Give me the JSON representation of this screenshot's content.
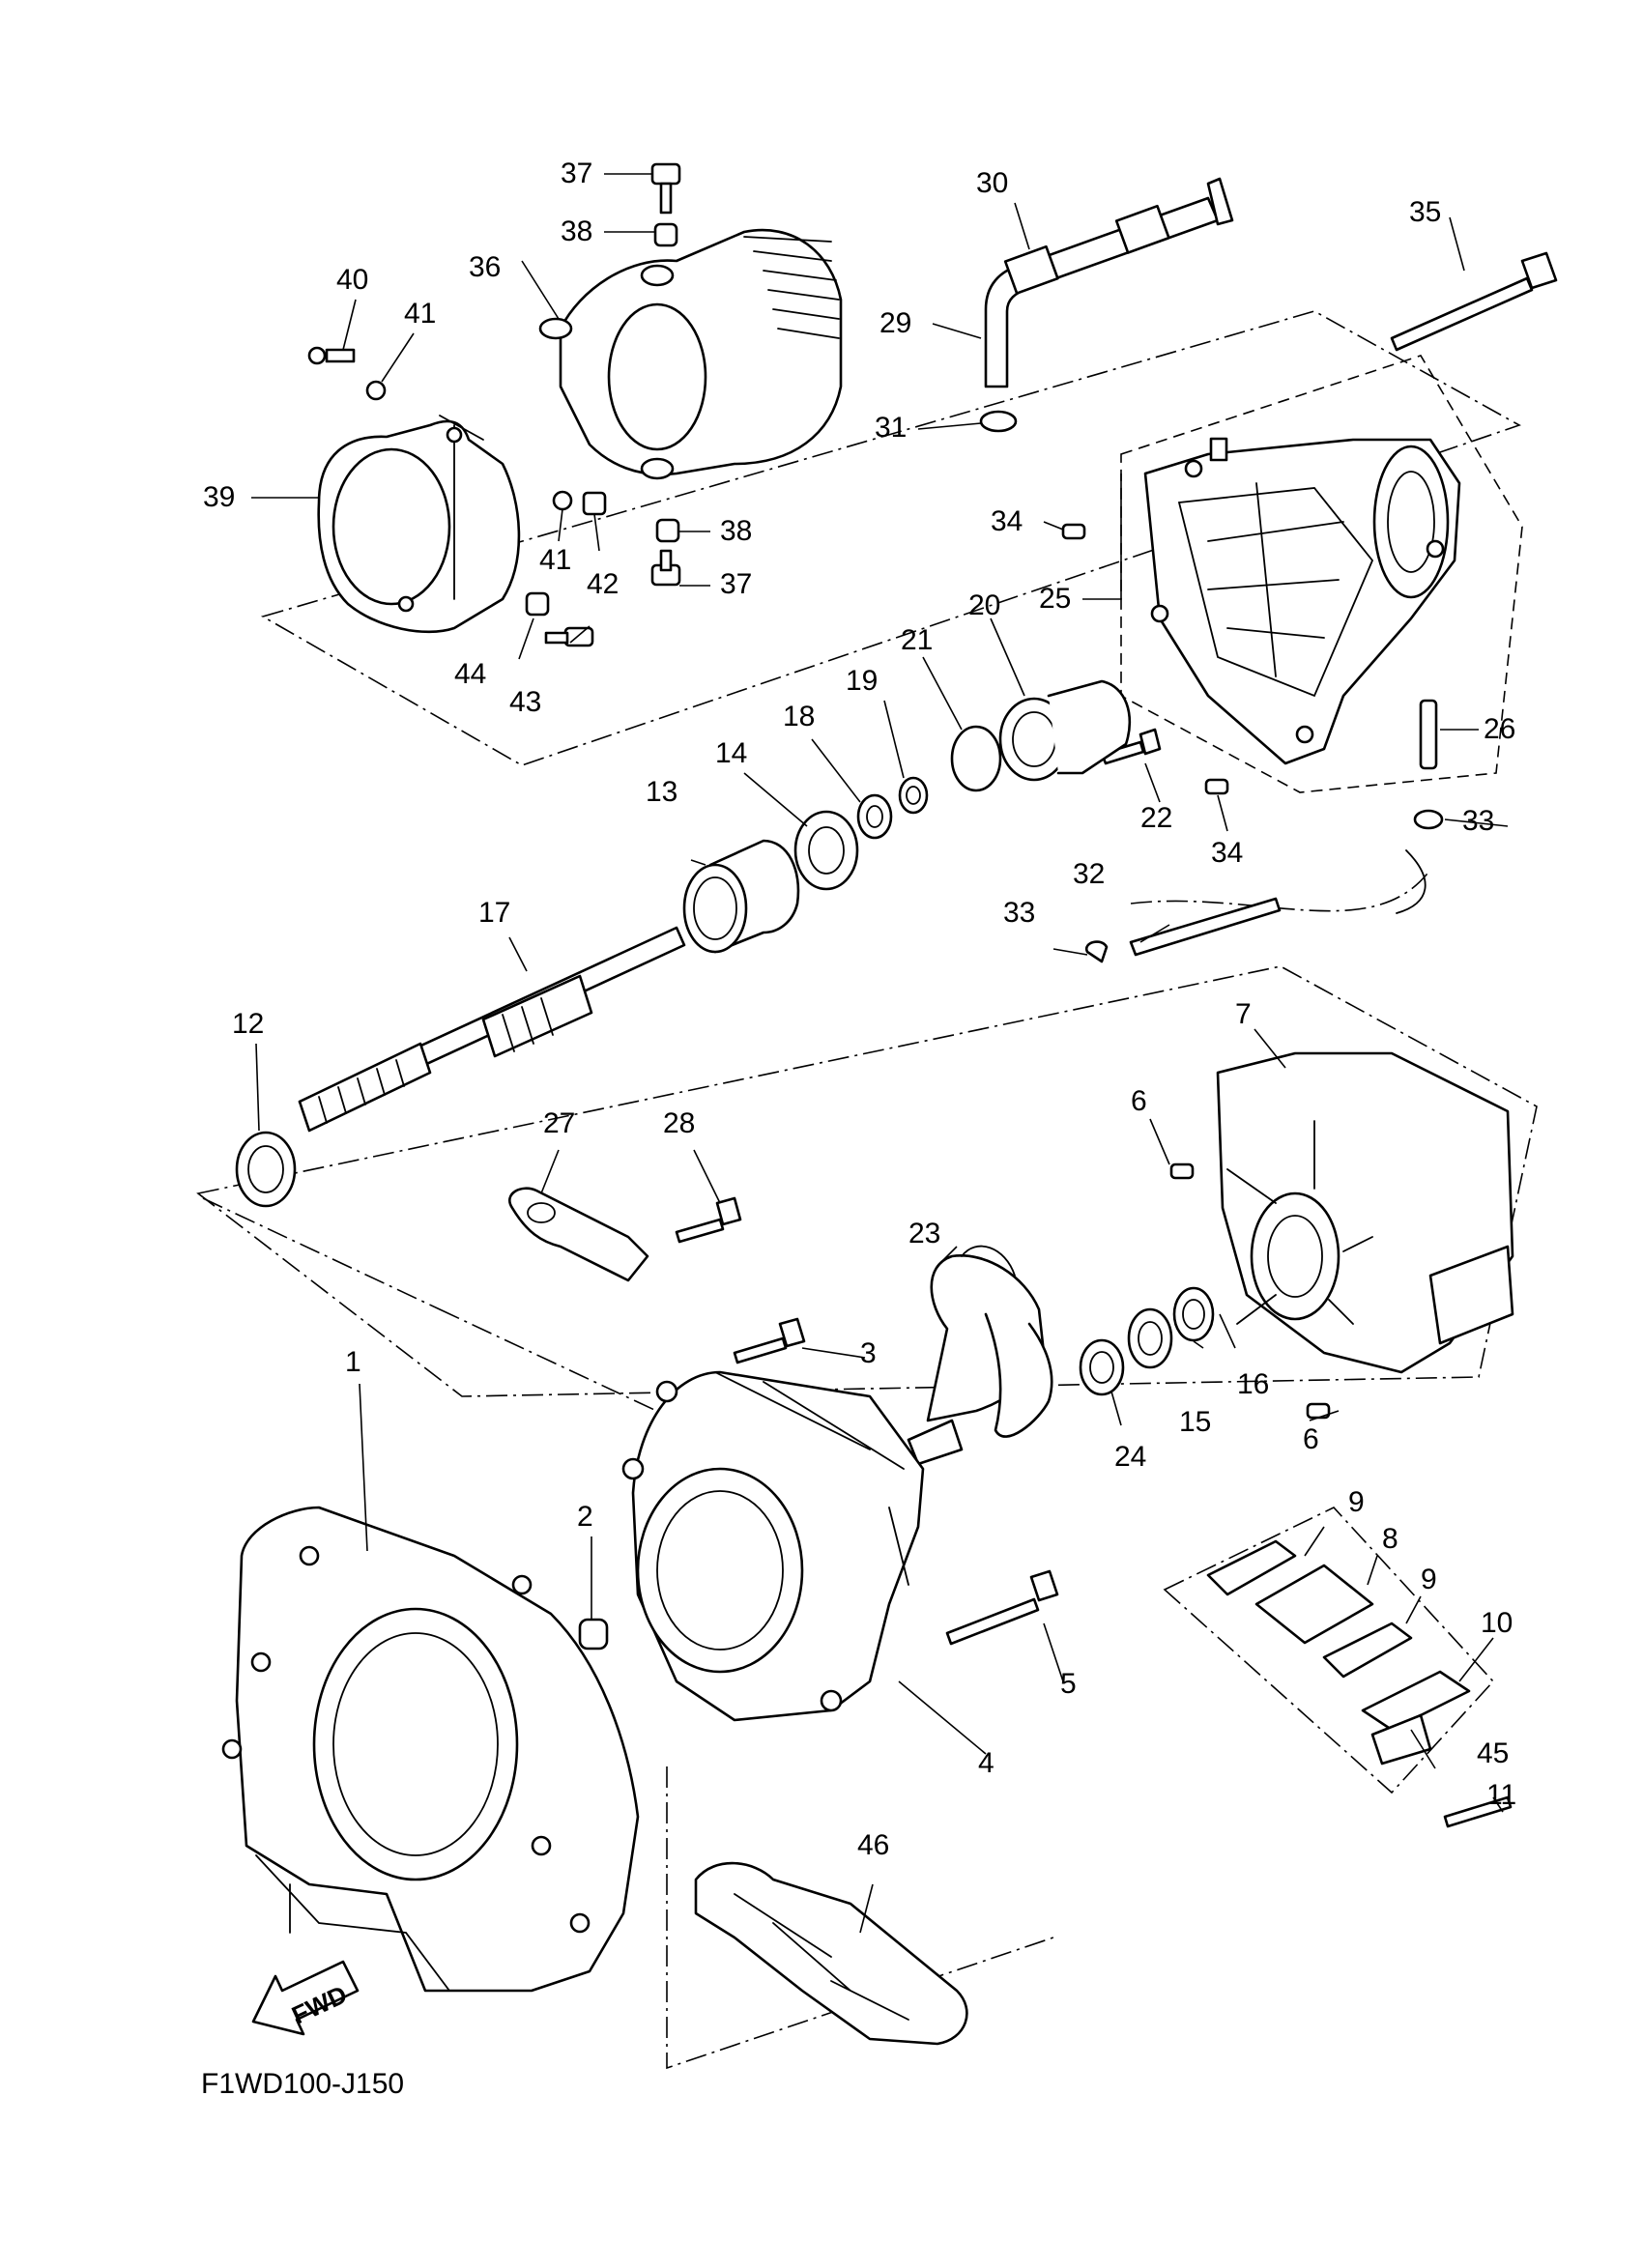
{
  "diagram_code": "F1WD100-J150",
  "direction_label": "FWD",
  "callouts": [
    {
      "id": "c1",
      "label": "1"
    },
    {
      "id": "c2",
      "label": "2"
    },
    {
      "id": "c3",
      "label": "3"
    },
    {
      "id": "c4",
      "label": "4"
    },
    {
      "id": "c5",
      "label": "5"
    },
    {
      "id": "c6a",
      "label": "6"
    },
    {
      "id": "c6b",
      "label": "6"
    },
    {
      "id": "c7",
      "label": "7"
    },
    {
      "id": "c8",
      "label": "8"
    },
    {
      "id": "c9a",
      "label": "9"
    },
    {
      "id": "c9b",
      "label": "9"
    },
    {
      "id": "c10",
      "label": "10"
    },
    {
      "id": "c11",
      "label": "11"
    },
    {
      "id": "c12",
      "label": "12"
    },
    {
      "id": "c13",
      "label": "13"
    },
    {
      "id": "c14",
      "label": "14"
    },
    {
      "id": "c15",
      "label": "15"
    },
    {
      "id": "c16",
      "label": "16"
    },
    {
      "id": "c17",
      "label": "17"
    },
    {
      "id": "c18",
      "label": "18"
    },
    {
      "id": "c19",
      "label": "19"
    },
    {
      "id": "c20",
      "label": "20"
    },
    {
      "id": "c21",
      "label": "21"
    },
    {
      "id": "c22",
      "label": "22"
    },
    {
      "id": "c23",
      "label": "23"
    },
    {
      "id": "c24",
      "label": "24"
    },
    {
      "id": "c25",
      "label": "25"
    },
    {
      "id": "c26",
      "label": "26"
    },
    {
      "id": "c27",
      "label": "27"
    },
    {
      "id": "c28",
      "label": "28"
    },
    {
      "id": "c29",
      "label": "29"
    },
    {
      "id": "c30",
      "label": "30"
    },
    {
      "id": "c31",
      "label": "31"
    },
    {
      "id": "c32",
      "label": "32"
    },
    {
      "id": "c33a",
      "label": "33"
    },
    {
      "id": "c33b",
      "label": "33"
    },
    {
      "id": "c34a",
      "label": "34"
    },
    {
      "id": "c34b",
      "label": "34"
    },
    {
      "id": "c35",
      "label": "35"
    },
    {
      "id": "c36",
      "label": "36"
    },
    {
      "id": "c37a",
      "label": "37"
    },
    {
      "id": "c37b",
      "label": "37"
    },
    {
      "id": "c38a",
      "label": "38"
    },
    {
      "id": "c38b",
      "label": "38"
    },
    {
      "id": "c39",
      "label": "39"
    },
    {
      "id": "c40",
      "label": "40"
    },
    {
      "id": "c41a",
      "label": "41"
    },
    {
      "id": "c41b",
      "label": "41"
    },
    {
      "id": "c42",
      "label": "42"
    },
    {
      "id": "c43",
      "label": "43"
    },
    {
      "id": "c44",
      "label": "44"
    },
    {
      "id": "c45",
      "label": "45"
    },
    {
      "id": "c46",
      "label": "46"
    }
  ]
}
